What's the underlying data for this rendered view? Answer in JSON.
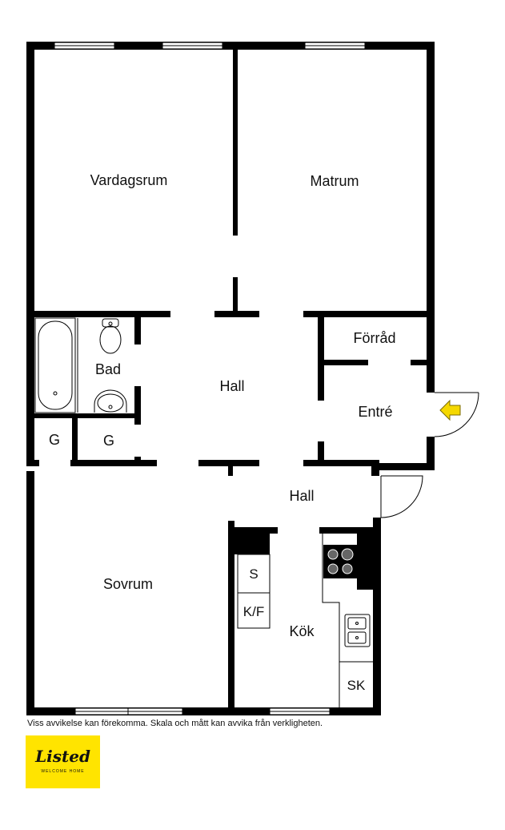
{
  "rooms": {
    "vardagsrum": "Vardagsrum",
    "matrum": "Matrum",
    "bad": "Bad",
    "hall_upper": "Hall",
    "forrad": "Förråd",
    "entre": "Entré",
    "g_left": "G",
    "g_right": "G",
    "hall_lower": "Hall",
    "sovrum": "Sovrum",
    "kok": "Kök"
  },
  "fixtures": {
    "stove_label": "S",
    "fridge_freezer_label": "K/F",
    "cabinet_label": "SK"
  },
  "disclaimer": "Viss avvikelse kan förekomma. Skala och mått kan avvika från verkligheten.",
  "logo": {
    "text": "Listed",
    "tagline": "WELCOME HOME",
    "color": "#ffe400"
  },
  "entry_arrow_color": "#f5d800"
}
